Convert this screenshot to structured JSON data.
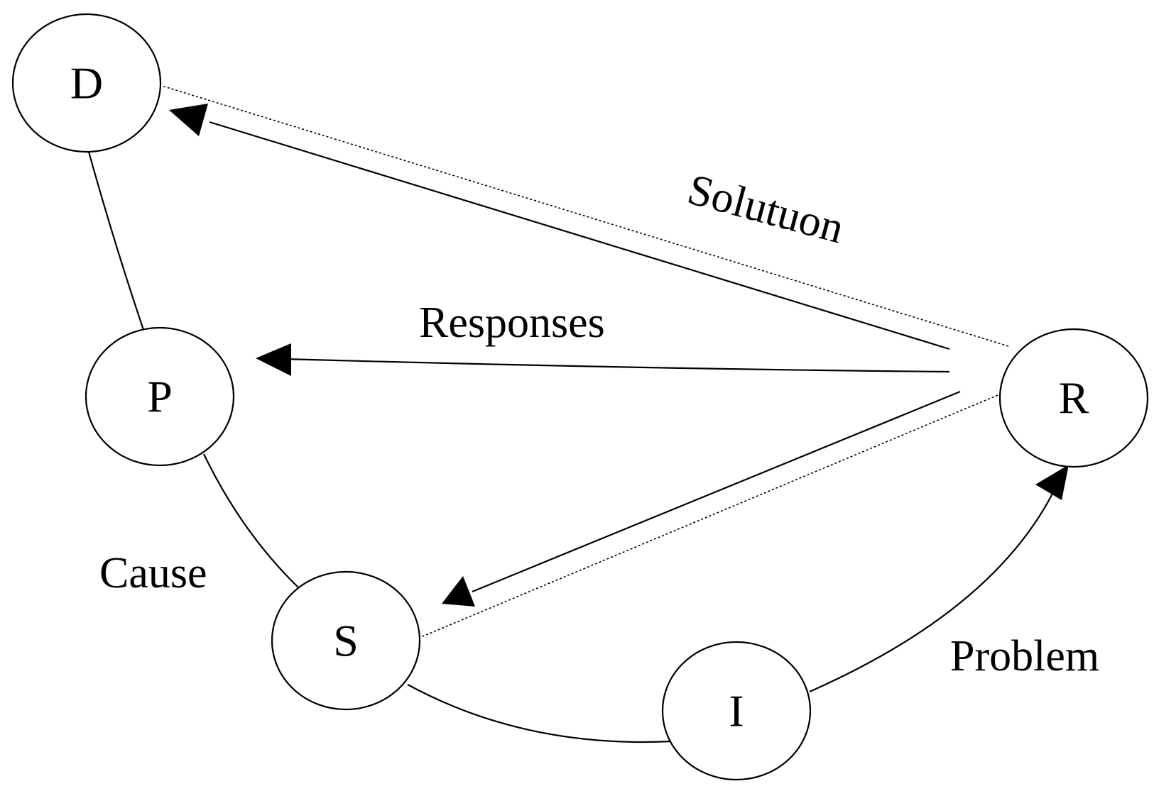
{
  "nodes": {
    "D": {
      "label": "D"
    },
    "P": {
      "label": "P"
    },
    "S": {
      "label": "S"
    },
    "I": {
      "label": "I"
    },
    "R": {
      "label": "R"
    }
  },
  "edge_labels": {
    "solution": "Solutuon",
    "responses": "Responses",
    "cause": "Cause",
    "problem": "Problem"
  }
}
